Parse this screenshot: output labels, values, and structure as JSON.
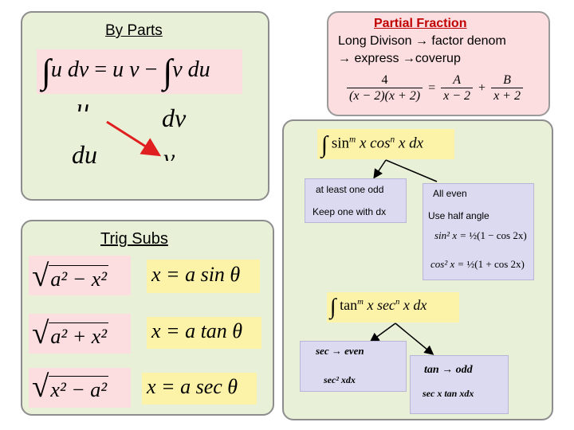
{
  "by_parts": {
    "title": "By Parts",
    "formula": {
      "lhs": "u dv",
      "eq": "=",
      "uv": "u v",
      "minus": "−",
      "rhs": "v du"
    },
    "u": "u",
    "dv": "dv",
    "du": "du",
    "v": "v"
  },
  "partial_fraction": {
    "title": "Partial Fraction",
    "line1": "Long Divison → factor denom",
    "line2": "→ express →coverup",
    "num": "4",
    "den": "(x − 2)(x + 2)",
    "eq": "=",
    "a_num": "A",
    "a_den": "x − 2",
    "plus": "+",
    "b_num": "B",
    "b_den": "x + 2"
  },
  "trig_subs": {
    "title": "Trig Subs",
    "rows": [
      {
        "radicand": "a² − x²",
        "sub": "x = a sin θ"
      },
      {
        "radicand": "a² + x²",
        "sub": "x = a tan θ"
      },
      {
        "radicand": "x² − a²",
        "sub": "x = a sec θ"
      }
    ]
  },
  "trig_integrals": {
    "sin_cos": {
      "integrand": "sin",
      "m": "m",
      "x1": "x cos",
      "n": "n",
      "tail": "x dx",
      "odd_label": "at least one odd",
      "odd_rule": "Keep one with dx",
      "even_label": "All even",
      "even_rule": "Use half angle",
      "id1_lhs": "sin² x =",
      "id1_rhs": "½(1 − cos 2x)",
      "id2_lhs": "cos² x =",
      "id2_rhs": "½(1 + cos 2x)"
    },
    "tan_sec": {
      "integrand": "tan",
      "m": "m",
      "x1": "x sec",
      "n": "n",
      "tail": "x dx",
      "sec_case": "sec → even",
      "sec_keep": "sec² xdx",
      "tan_case": "tan → odd",
      "tan_keep": "sec x tan xdx"
    }
  }
}
